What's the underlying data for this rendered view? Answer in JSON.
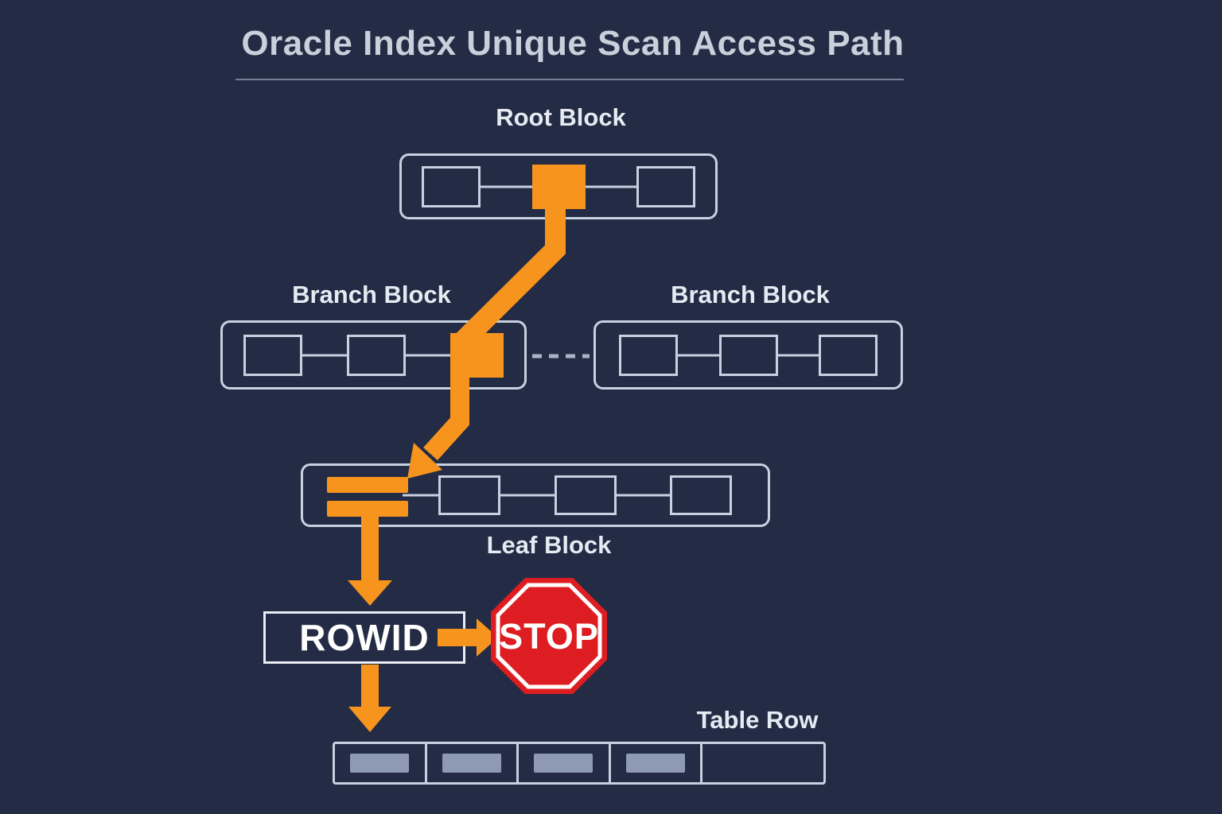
{
  "title": {
    "text": "Oracle Index Unique Scan Access Path"
  },
  "colors": {
    "background": "#232c44",
    "outline": "#c7d1e0",
    "accent_orange": "#f7941e",
    "stop_red": "#dd1d21",
    "table_cell_fill": "#8e99b4"
  },
  "blocks": {
    "root": {
      "label": "Root Block",
      "cells": [
        "empty",
        "highlight",
        "empty"
      ]
    },
    "branch_left": {
      "label": "Branch Block",
      "cells": [
        "empty",
        "empty",
        "highlight"
      ]
    },
    "branch_right": {
      "label": "Branch Block",
      "cells": [
        "empty",
        "empty",
        "empty"
      ]
    },
    "leaf": {
      "label": "Leaf Block",
      "highlight_entries": 2,
      "cells": [
        "empty",
        "empty",
        "empty"
      ]
    },
    "rowid": {
      "label": "ROWID"
    },
    "stop": {
      "label": "STOP"
    },
    "table_row": {
      "label": "Table Row",
      "cells": [
        "filled",
        "filled",
        "filled",
        "filled",
        "empty"
      ]
    }
  }
}
